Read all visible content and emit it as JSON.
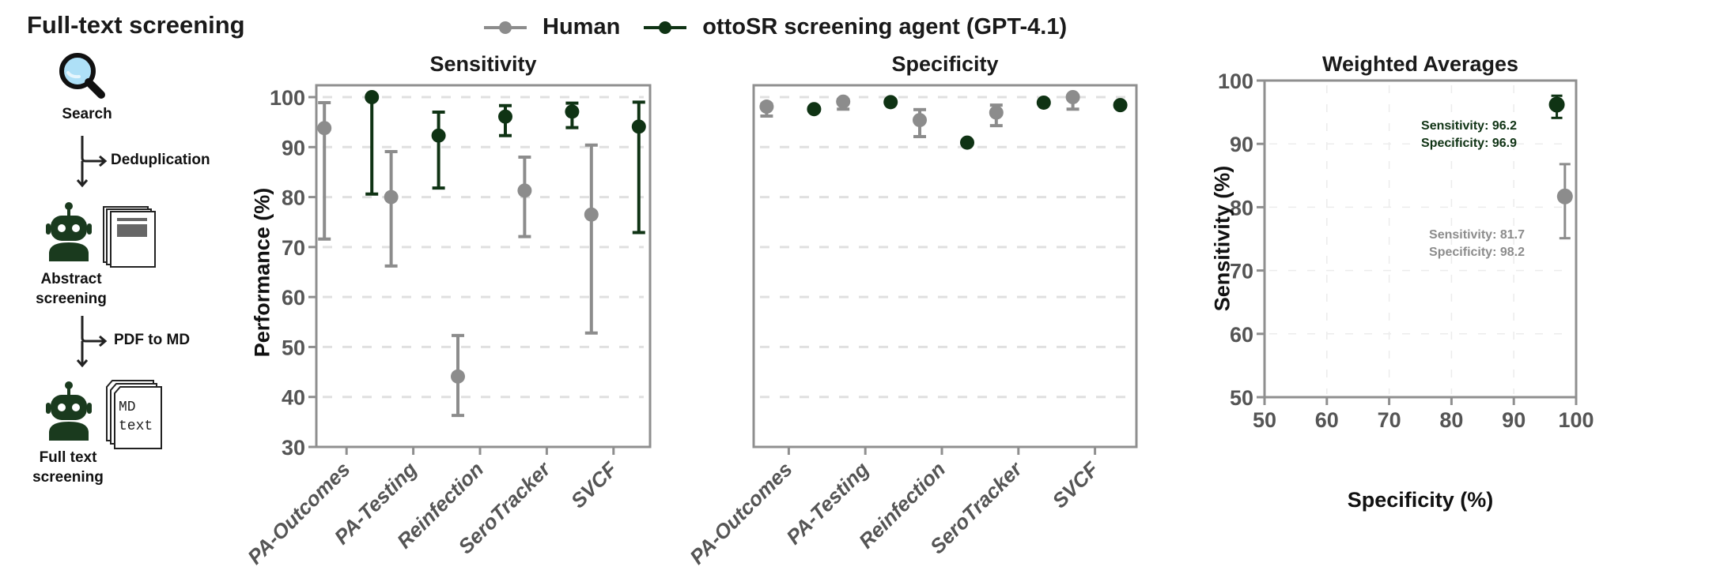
{
  "figure": {
    "title": "Full-text screening"
  },
  "workflow": {
    "steps": [
      {
        "label": "Search",
        "icon": "magnifier-icon"
      },
      {
        "label": "Deduplication",
        "type": "branch"
      },
      {
        "label_line1": "Abstract",
        "label_line2": "screening",
        "icon": "robot-icon"
      },
      {
        "label": "PDF to MD",
        "type": "branch"
      },
      {
        "label_line1": "Full text",
        "label_line2": "screening",
        "icon": "robot-icon"
      }
    ],
    "doc_text_line1": "MD",
    "doc_text_line2": "text"
  },
  "legend": {
    "items": [
      {
        "label": "Human",
        "color": "#8c8c8c"
      },
      {
        "label": "ottoSR screening agent (GPT-4.1)",
        "color": "#0f3314"
      }
    ]
  },
  "colors": {
    "human": "#8c8c8c",
    "agent": "#0f3314",
    "frame": "#8f8f8f",
    "grid": "#e0e0e0",
    "tick_text": "#555555"
  },
  "chart_data": [
    {
      "type": "scatter",
      "subtype": "point-errorbar",
      "title": "Sensitivity",
      "ylabel": "Performance (%)",
      "xlabel": "",
      "ylim": [
        30,
        100
      ],
      "yticks": [
        30,
        40,
        50,
        60,
        70,
        80,
        90,
        100
      ],
      "categories": [
        "PA-Outcomes",
        "PA-Testing",
        "Reinfection",
        "SeroTracker",
        "SVCF"
      ],
      "grid": "horizontal dashed",
      "series": [
        {
          "name": "Human",
          "values": [
            93.8,
            80.0,
            44.1,
            81.3,
            76.5
          ],
          "lower": [
            71.6,
            66.2,
            36.3,
            72.1,
            52.8
          ],
          "upper": [
            98.9,
            89.1,
            52.3,
            88.0,
            90.4
          ]
        },
        {
          "name": "ottoSR screening agent (GPT-4.1)",
          "values": [
            100.0,
            92.3,
            96.1,
            97.1,
            94.1
          ],
          "lower": [
            80.6,
            81.8,
            92.3,
            93.9,
            72.9
          ],
          "upper": [
            100.0,
            97.0,
            98.3,
            98.8,
            99.0
          ]
        }
      ]
    },
    {
      "type": "scatter",
      "subtype": "point-errorbar",
      "title": "Specificity",
      "ylabel": "",
      "xlabel": "",
      "ylim": [
        30,
        100
      ],
      "categories": [
        "PA-Outcomes",
        "PA-Testing",
        "Reinfection",
        "SeroTracker",
        "SVCF"
      ],
      "grid": "horizontal dashed",
      "series": [
        {
          "name": "Human",
          "values": [
            98.1,
            99.1,
            95.4,
            96.9,
            100.0
          ],
          "lower": [
            96.2,
            97.6,
            92.1,
            94.3,
            97.6
          ],
          "upper": [
            98.6,
            99.5,
            97.5,
            98.4,
            100.0
          ]
        },
        {
          "name": "ottoSR screening agent (GPT-4.1)",
          "values": [
            97.6,
            99.0,
            90.9,
            98.9,
            98.4
          ],
          "lower": [
            97.6,
            99.0,
            90.9,
            98.9,
            98.4
          ],
          "upper": [
            97.6,
            99.0,
            90.9,
            98.9,
            98.4
          ]
        }
      ]
    },
    {
      "type": "scatter",
      "subtype": "point-errorbar",
      "title": "Weighted Averages",
      "xlabel": "Specificity (%)",
      "ylabel": "Sensitivity (%)",
      "xlim": [
        50,
        100
      ],
      "ylim": [
        50,
        100
      ],
      "xticks": [
        50,
        60,
        70,
        80,
        90,
        100
      ],
      "yticks": [
        50,
        60,
        70,
        80,
        90,
        100
      ],
      "grid": "both dashed",
      "series": [
        {
          "name": "ottoSR screening agent (GPT-4.1)",
          "x": 96.9,
          "y": 96.2,
          "y_lower": 94.1,
          "y_upper": 97.6,
          "annotation": [
            "Sensitivity: 96.2",
            "Specificity: 96.9"
          ]
        },
        {
          "name": "Human",
          "x": 98.2,
          "y": 81.7,
          "y_lower": 75.1,
          "y_upper": 86.8,
          "annotation": [
            "Sensitivity: 81.7",
            "Specificity: 98.2"
          ]
        }
      ]
    }
  ]
}
